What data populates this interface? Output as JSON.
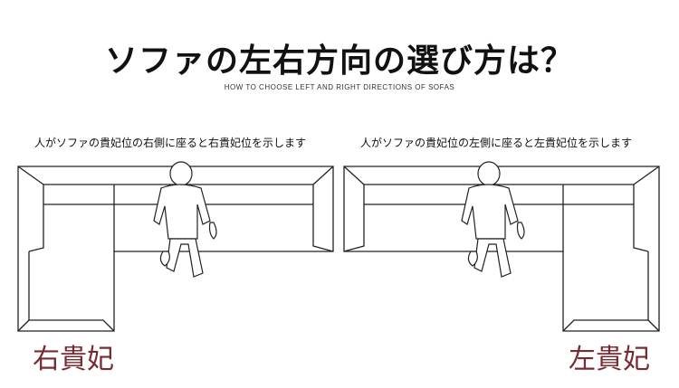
{
  "header": {
    "title": "ソファの左右方向の選び方は？",
    "subtitle": "HOW TO CHOOSE LEFT AND RIGHT DIRECTIONS OF SOFAS"
  },
  "panels": [
    {
      "caption": "人がソファの貴妃位の右側に座ると右貴妃位を示します",
      "label": "右貴妃",
      "label_color": "#7a2b32"
    },
    {
      "caption": "人がソファの貴妃位の左側に座ると左貴妃位を示します",
      "label": "左貴妃",
      "label_color": "#7a2b32"
    }
  ]
}
